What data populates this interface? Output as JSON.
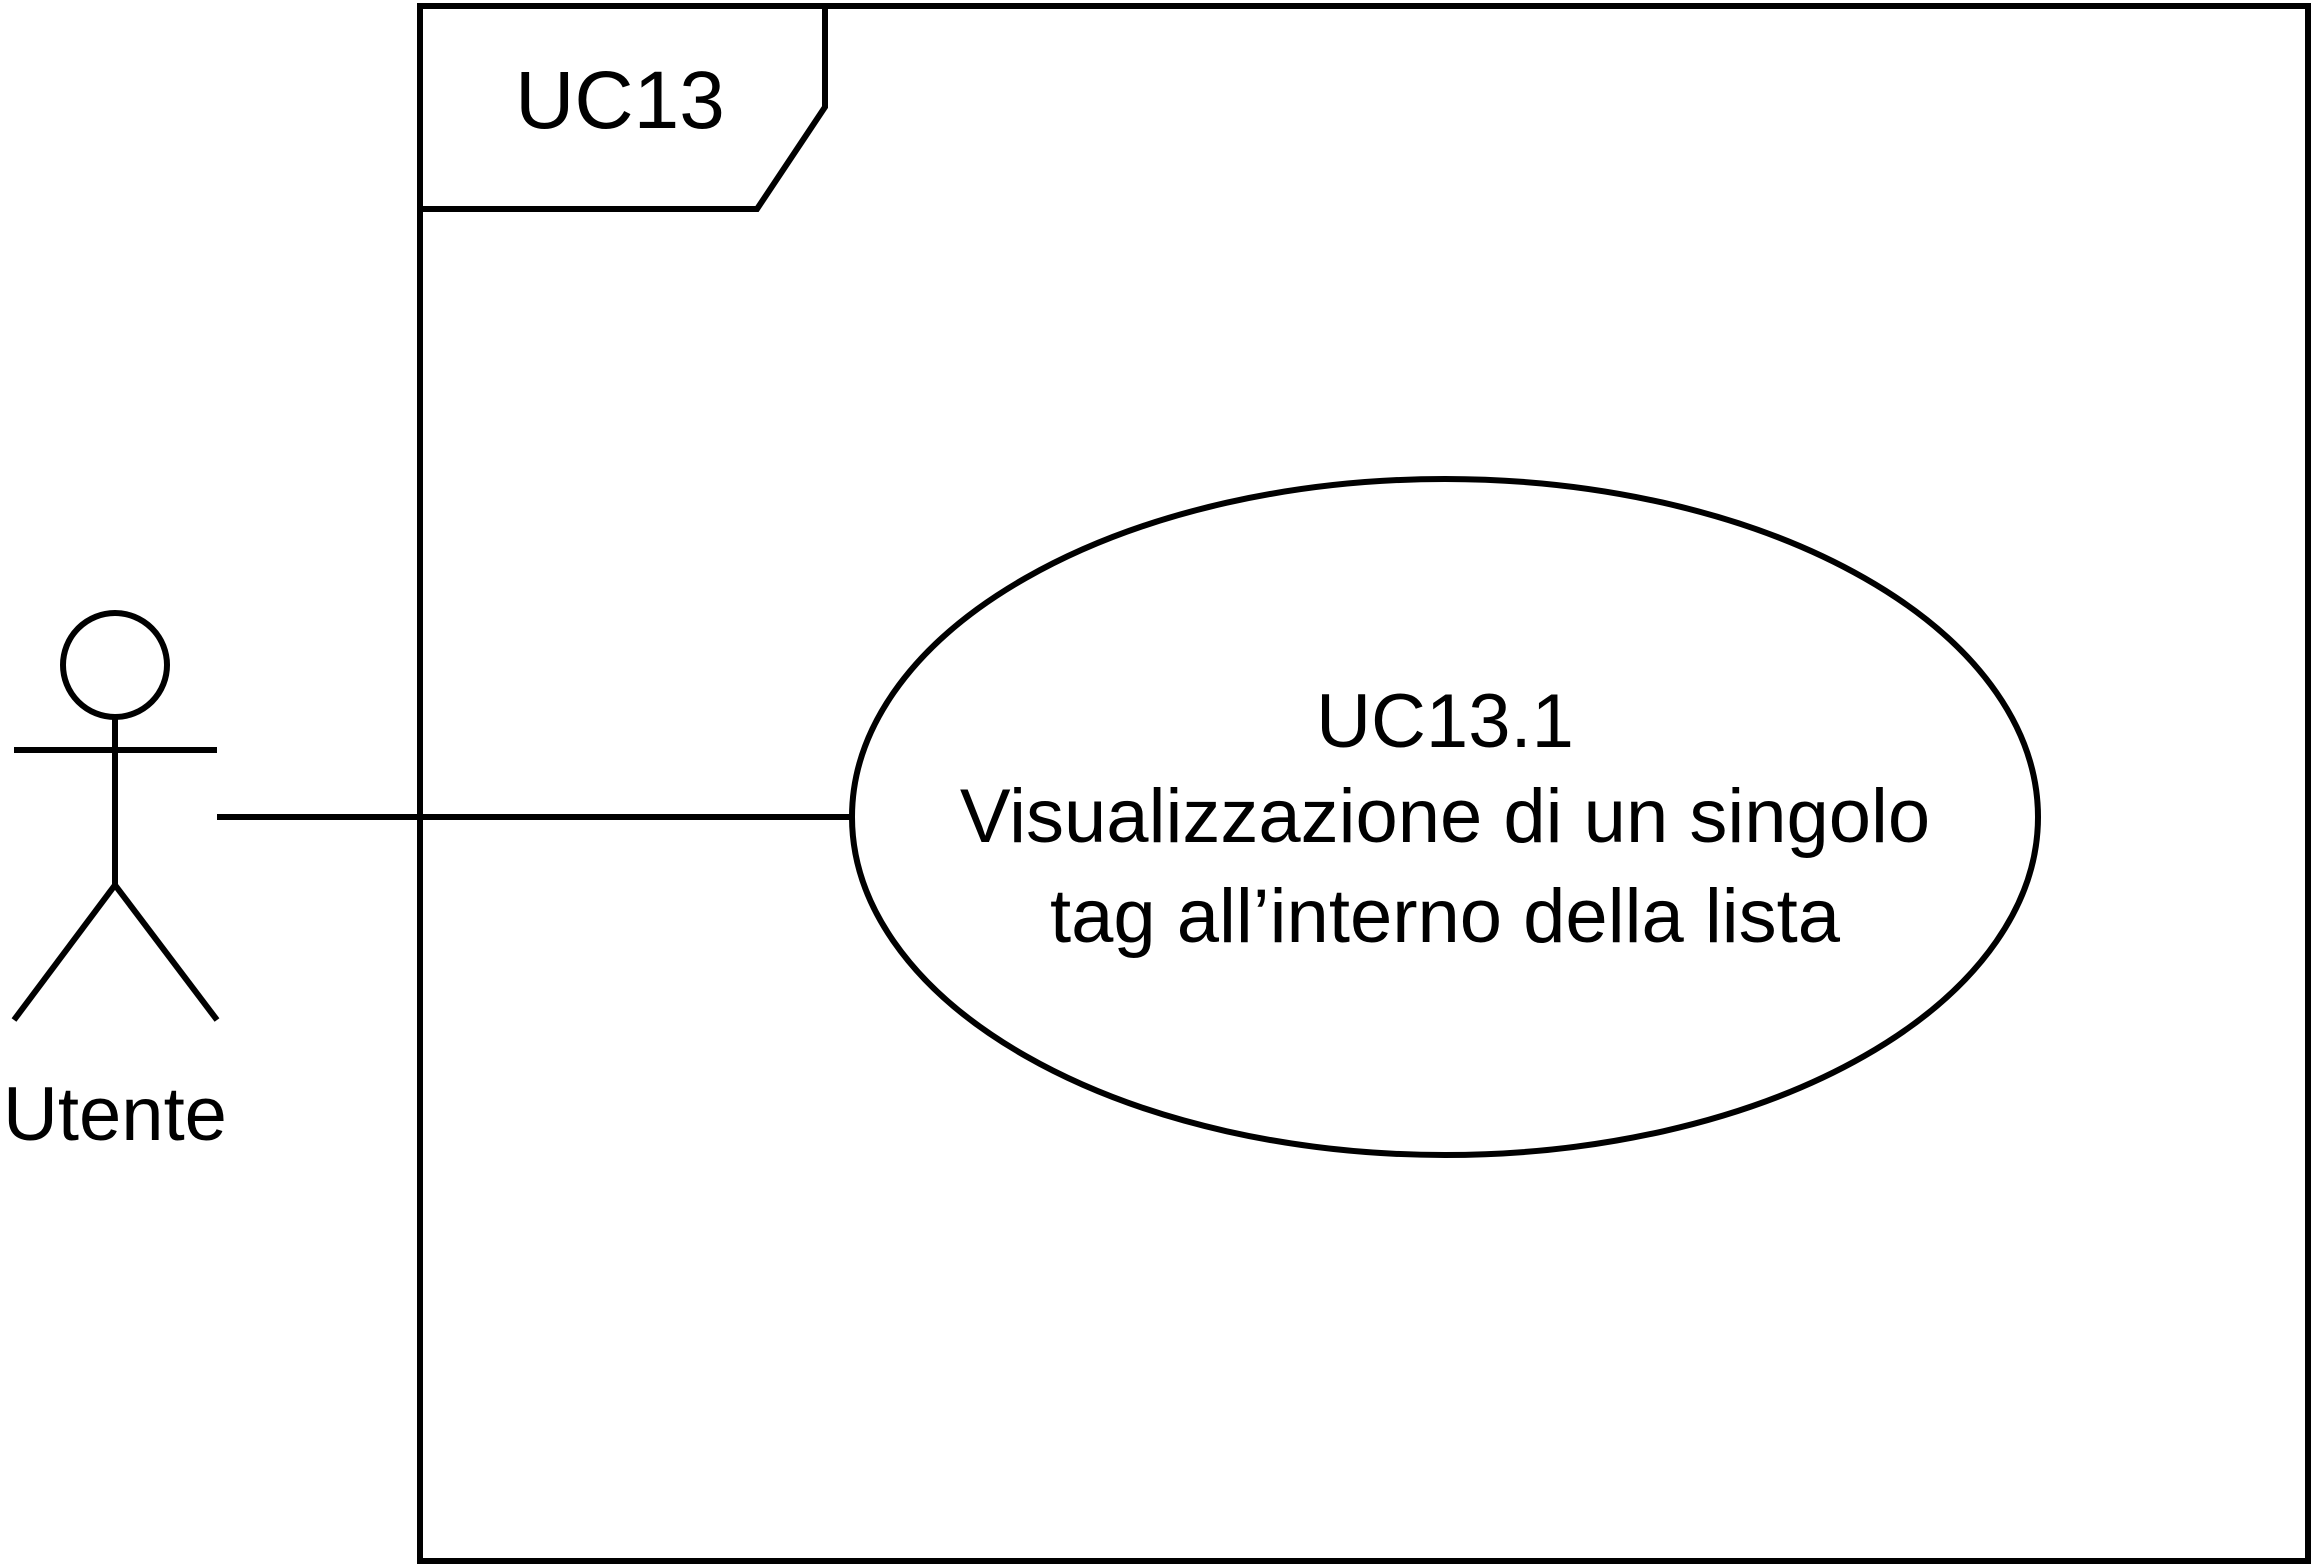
{
  "frame": {
    "label": "UC13"
  },
  "actor": {
    "name": "Utente"
  },
  "use_case": {
    "id": "UC13.1",
    "line1": "Visualizzazione di un singolo",
    "line2": "tag all’interno della lista"
  },
  "colors": {
    "stroke": "#000000",
    "background": "#ffffff"
  }
}
